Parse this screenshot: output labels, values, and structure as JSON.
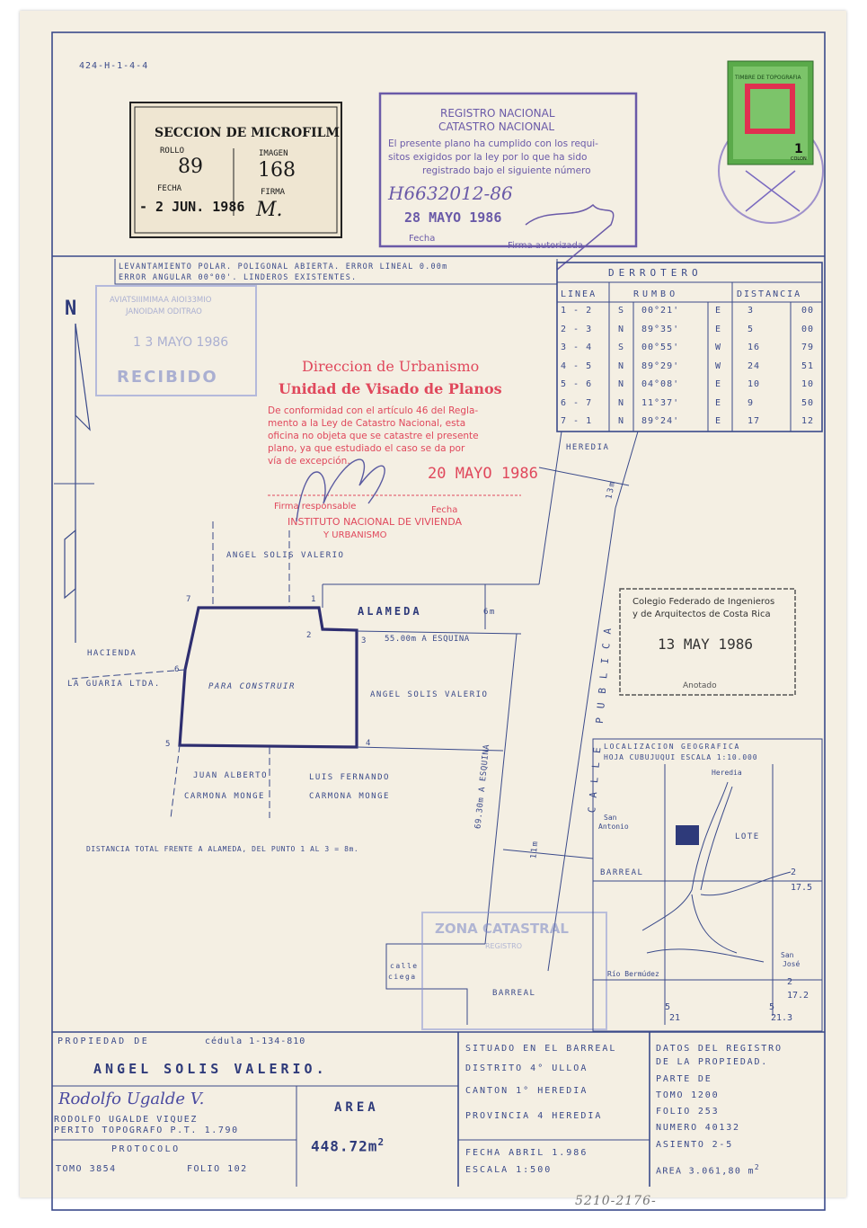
{
  "ref_code": "424-H-1-4-4",
  "microfilm": {
    "title": "SECCION DE MICROFILM",
    "rollo_label": "ROLLO",
    "rollo": "89",
    "imagen_label": "IMAGEN",
    "imagen": "168",
    "fecha_label": "FECHA",
    "fecha": "- 2 JUN. 1986",
    "firma_label": "FIRMA",
    "firma": "M."
  },
  "registro_stamp": {
    "l1": "REGISTRO NACIONAL",
    "l2": "CATASTRO NACIONAL",
    "l3": "El presente plano ha cumplido con los requi-",
    "l4": "sitos exigidos por la ley por lo que ha sido",
    "l5": "registrado bajo el siguiente número",
    "number": "H6632012-86",
    "date": "28 MAYO 1986",
    "fecha": "Fecha",
    "firma": "Firma autorizada"
  },
  "fiscal_stamp": {
    "top": "TIMBRE DE TOPOGRAFIA",
    "value": "1",
    "unit": "COLON"
  },
  "survey_note": {
    "l1": "LEVANTAMIENTO POLAR. POLIGONAL ABIERTA. ERROR LINEAL 0.00m",
    "l2": "ERROR ANGULAR 00°00'. LINDEROS EXISTENTES."
  },
  "north": "N",
  "recibido_stamp": {
    "l1": "AVIATSIIIMIMAA AIOI33MIO",
    "l2": "JANOIDAM ODITRAO",
    "l3": "1 3 MAYO 1986",
    "l4": "RECIBIDO"
  },
  "urbanismo_stamp": {
    "l1": "Direccion de Urbanismo",
    "l2": "Unidad de Visado de Planos",
    "l3": "De conformidad con el artículo 46 del Regla-",
    "l4": "mento a la Ley de Catastro Nacional, esta",
    "l5": "oficina no objeta que se catastre el presente",
    "l6": "plano, ya que estudiado el caso se da por",
    "l7": "vía de excepción.",
    "date": "20 MAYO 1986",
    "firma": "Firma responsable",
    "fecha": "Fecha",
    "l8": "INSTITUTO NACIONAL DE VIVIENDA",
    "l9": "Y URBANISMO"
  },
  "derrotero": {
    "title": "DERROTERO",
    "headers": [
      "LINEA",
      "RUMBO",
      "DISTANCIA"
    ],
    "rows": [
      [
        "1 - 2",
        "S",
        "00°21'",
        "E",
        "3",
        "00"
      ],
      [
        "2 - 3",
        "N",
        "89°35'",
        "E",
        "5",
        "00"
      ],
      [
        "3 - 4",
        "S",
        "00°55'",
        "W",
        "16",
        "79"
      ],
      [
        "4 - 5",
        "N",
        "89°29'",
        "W",
        "24",
        "51"
      ],
      [
        "5 - 6",
        "N",
        "04°08'",
        "E",
        "10",
        "10"
      ],
      [
        "6 - 7",
        "N",
        "11°37'",
        "E",
        "9",
        "50"
      ],
      [
        "7 - 1",
        "N",
        "89°24'",
        "E",
        "17",
        "12"
      ]
    ]
  },
  "plan": {
    "heredia": "HEREDIA",
    "d13": "13m",
    "angel_top": "ANGEL SOLIS VALERIO",
    "alameda": "ALAMEDA",
    "d6": "6m",
    "esquina55": "55.00m A ESQUINA",
    "hacienda1": "HACIENDA",
    "hacienda2": "LA GUARIA LTDA.",
    "para_construir": "PARA CONSTRUIR",
    "angel_right": "ANGEL SOLIS VALERIO",
    "calle_publica": "CALLE PUBLICA",
    "juan1": "JUAN ALBERTO",
    "juan2": "CARMONA MONGE",
    "luis1": "LUIS FERNANDO",
    "luis2": "CARMONA MONGE",
    "esquina69": "69.30m A ESQUINA",
    "d11": "11m",
    "distancia_note": "DISTANCIA TOTAL FRENTE A ALAMEDA, DEL PUNTO 1 AL 3 = 8m.",
    "calle_ciega1": "calle",
    "calle_ciega2": "ciega",
    "barreal": "BARREAL",
    "points": [
      "1",
      "2",
      "3",
      "4",
      "5",
      "6",
      "7"
    ]
  },
  "colegio_stamp": {
    "l1": "Colegio Federado de Ingenieros",
    "l2": "y de Arquitectos de Costa Rica",
    "date": "13 MAY 1986",
    "note": "Anotado"
  },
  "zona_stamp": {
    "l1": "ZONA CATASTRAL",
    "l2": "REGISTRO"
  },
  "localizacion": {
    "title": "LOCALIZACION GEOGRAFICA",
    "subtitle": "HOJA CUBUJUQUI ESCALA 1:10.000",
    "heredia": "Heredia",
    "san_antonio1": "San",
    "san_antonio2": "Antonio",
    "lote": "LOTE",
    "barreal": "BARREAL",
    "n2a": "2",
    "n175": "17.5",
    "san_jose1": "San",
    "san_jose2": "José",
    "rio": "Río Bermúdez",
    "n2b": "2",
    "n172": "17.2",
    "n5a": "5",
    "n21": "21",
    "n5b": "5",
    "n213": "21.3"
  },
  "propiedad": {
    "label": "PROPIEDAD DE",
    "cedula": "cédula 1-134-810",
    "owner": "ANGEL SOLIS VALERIO.",
    "signature": "Rodolfo Ugalde V.",
    "perito1": "RODOLFO UGALDE VIQUEZ",
    "perito2": "PERITO TOPOGRAFO P.T. 1.790",
    "protocolo": "PROTOCOLO",
    "tomo": "TOMO 3854",
    "folio": "FOLIO 102"
  },
  "area": {
    "label": "AREA",
    "value": "448.72",
    "unit": "m",
    "sup": "2"
  },
  "situado": {
    "l1": "SITUADO EN EL BARREAL",
    "l2": "DISTRITO 4° ULLOA",
    "l3": "CANTON 1° HEREDIA",
    "l4": "PROVINCIA 4 HEREDIA",
    "fecha": "FECHA ABRIL 1.986",
    "escala": "ESCALA 1:500"
  },
  "registro_datos": {
    "l1": "DATOS DEL REGISTRO",
    "l2": "DE LA PROPIEDAD.",
    "l3": "PARTE DE",
    "l4": "TOMO 1200",
    "l5": "FOLIO 253",
    "l6": "NUMERO 40132",
    "l7": "ASIENTO 2-5",
    "l8": "AREA 3.061,80 m",
    "sup": "2"
  },
  "bottom_number": "5210-2176-"
}
